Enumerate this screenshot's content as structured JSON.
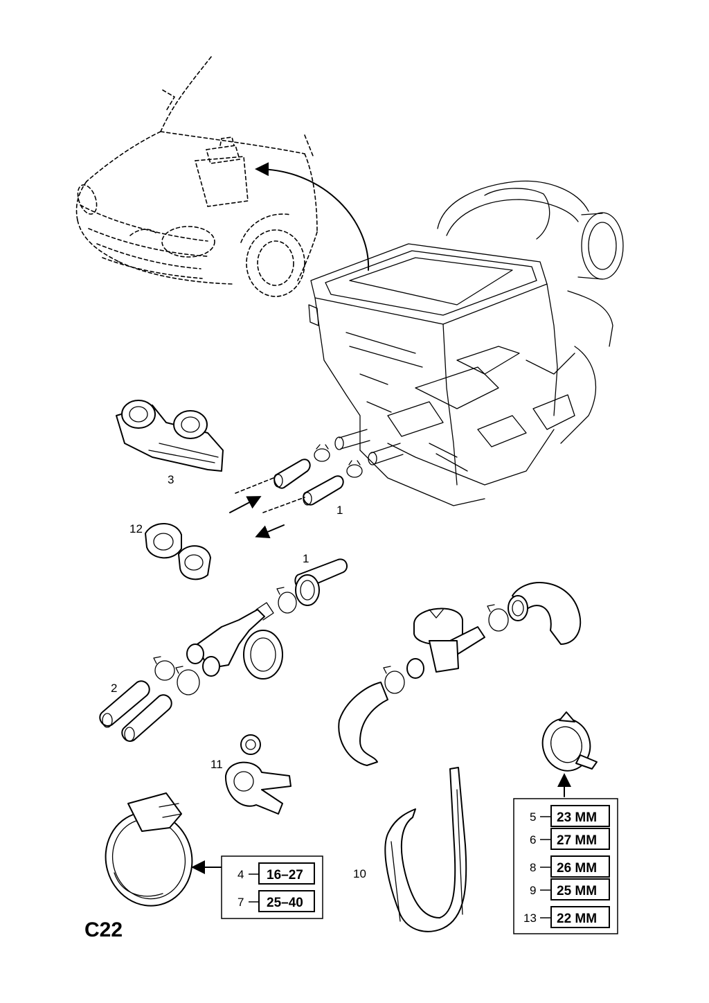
{
  "page_code": "C22",
  "callouts": {
    "c1a": "1",
    "c1b": "1",
    "c2": "2",
    "c3": "3",
    "c10": "10",
    "c11": "11",
    "c12": "12"
  },
  "clamp_table_left": {
    "rows": [
      {
        "num": "4",
        "size": "16–27"
      },
      {
        "num": "7",
        "size": "25–40"
      }
    ]
  },
  "clamp_table_right": {
    "rows": [
      {
        "num": "5",
        "size": "23 MM"
      },
      {
        "num": "6",
        "size": "27 MM"
      },
      {
        "num": "8",
        "size": "26 MM"
      },
      {
        "num": "9",
        "size": "25 MM"
      },
      {
        "num": "13",
        "size": "22 MM"
      }
    ]
  }
}
